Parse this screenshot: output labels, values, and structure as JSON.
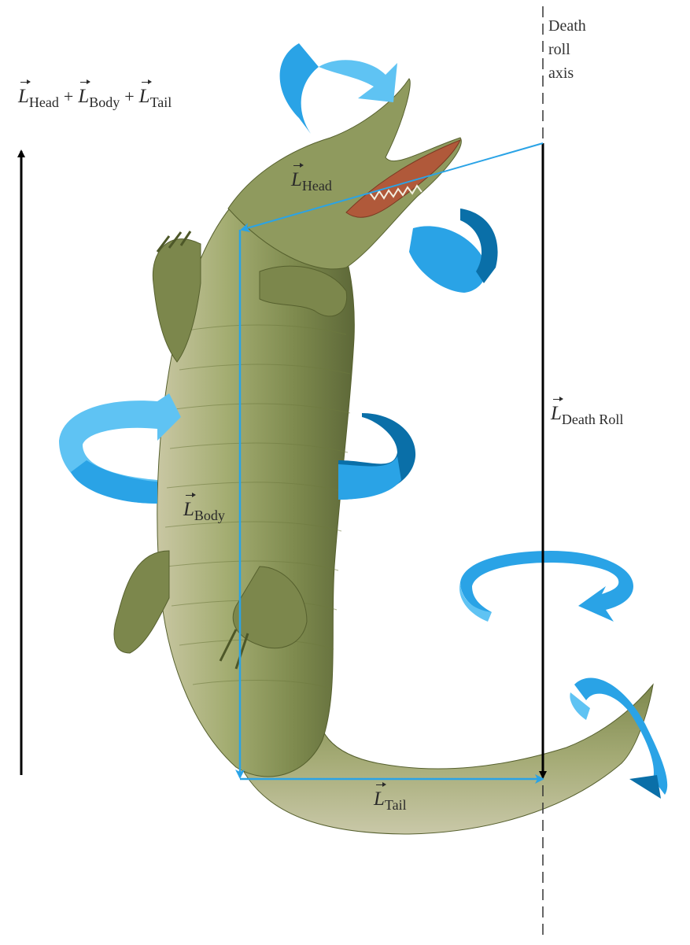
{
  "axis_label": [
    "Death",
    "roll",
    "axis"
  ],
  "vectors": {
    "symbol": "L",
    "total": {
      "terms": [
        "Head",
        "Body",
        "Tail"
      ],
      "operator": "+"
    },
    "head": "Head",
    "body": "Body",
    "tail": "Tail",
    "death_roll": "Death Roll"
  },
  "colors": {
    "vector_arrow": "#2aa3e6",
    "rotation_light": "#5fc3f3",
    "rotation_dark": "#0a6fa8",
    "black_arrow": "#000000",
    "crocodile_body": "#8f9a5e"
  }
}
